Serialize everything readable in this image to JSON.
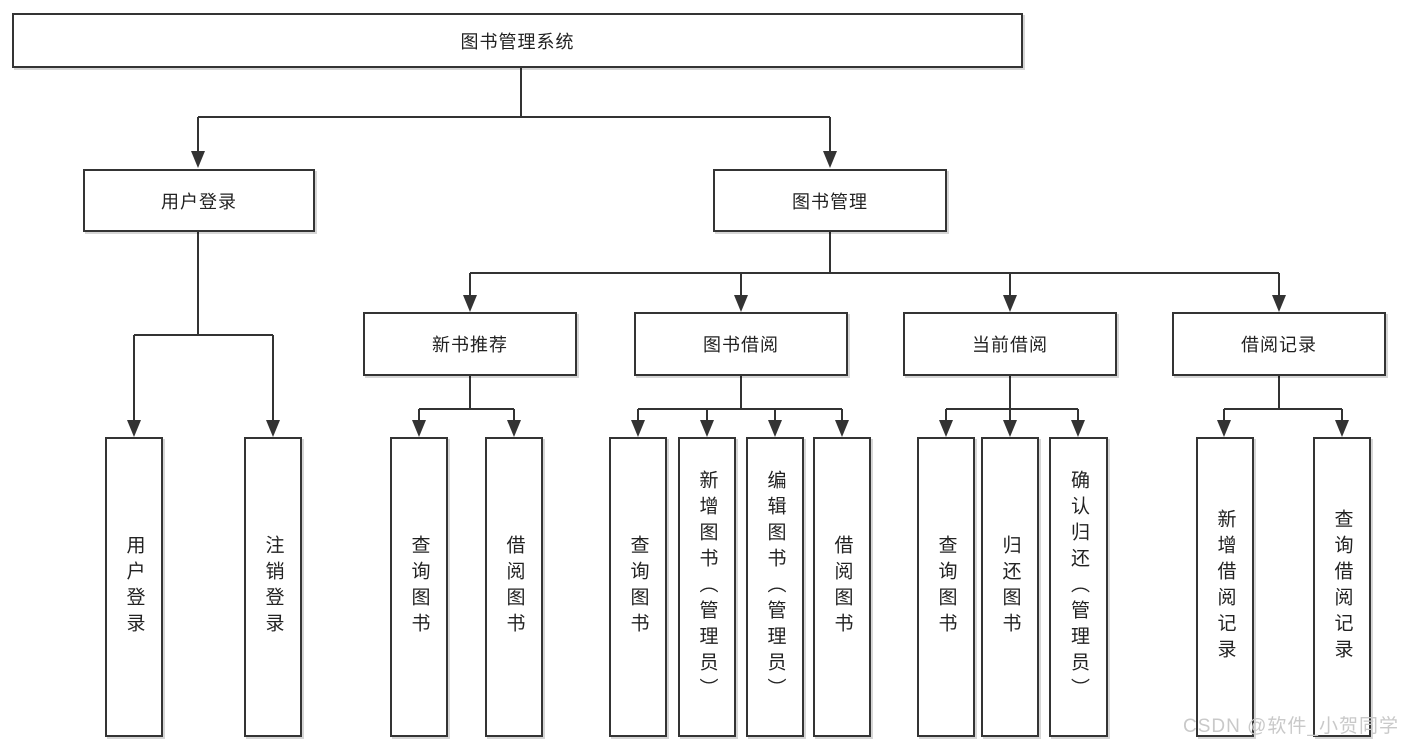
{
  "diagram": {
    "tree": {
      "label": "图书管理系统",
      "children": [
        {
          "label": "用户登录",
          "children": [
            {
              "label": "用户登录"
            },
            {
              "label": "注销登录"
            }
          ]
        },
        {
          "label": "图书管理",
          "children": [
            {
              "label": "新书推荐",
              "children": [
                {
                  "label": "查询图书"
                },
                {
                  "label": "借阅图书"
                }
              ]
            },
            {
              "label": "图书借阅",
              "children": [
                {
                  "label": "查询图书"
                },
                {
                  "label": "新增图书（管理员）"
                },
                {
                  "label": "编辑图书（管理员）"
                },
                {
                  "label": "借阅图书"
                }
              ]
            },
            {
              "label": "当前借阅",
              "children": [
                {
                  "label": "查询图书"
                },
                {
                  "label": "归还图书"
                },
                {
                  "label": "确认归还（管理员）"
                }
              ]
            },
            {
              "label": "借阅记录",
              "children": [
                {
                  "label": "新增借阅记录"
                },
                {
                  "label": "查询借阅记录"
                }
              ]
            }
          ]
        }
      ]
    },
    "colors": {
      "line": "#333333",
      "border": "#343434",
      "text": "#222222",
      "background": "#ffffff",
      "watermark": "#c9c9c9"
    }
  },
  "watermark": {
    "text": "CSDN @软件_小贺同学"
  }
}
